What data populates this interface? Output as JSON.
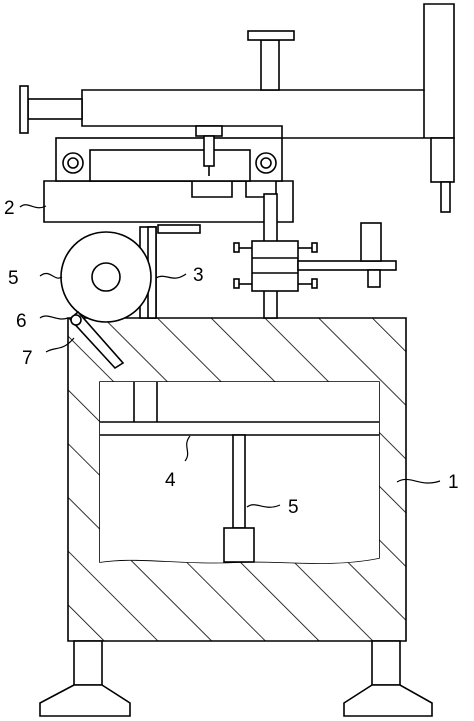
{
  "labels": {
    "label_1": "1",
    "label_2": "2",
    "label_3": "3",
    "label_4": "4",
    "label_5_wheel": "5",
    "label_5_piston": "5",
    "label_6": "6",
    "label_7": "7"
  }
}
